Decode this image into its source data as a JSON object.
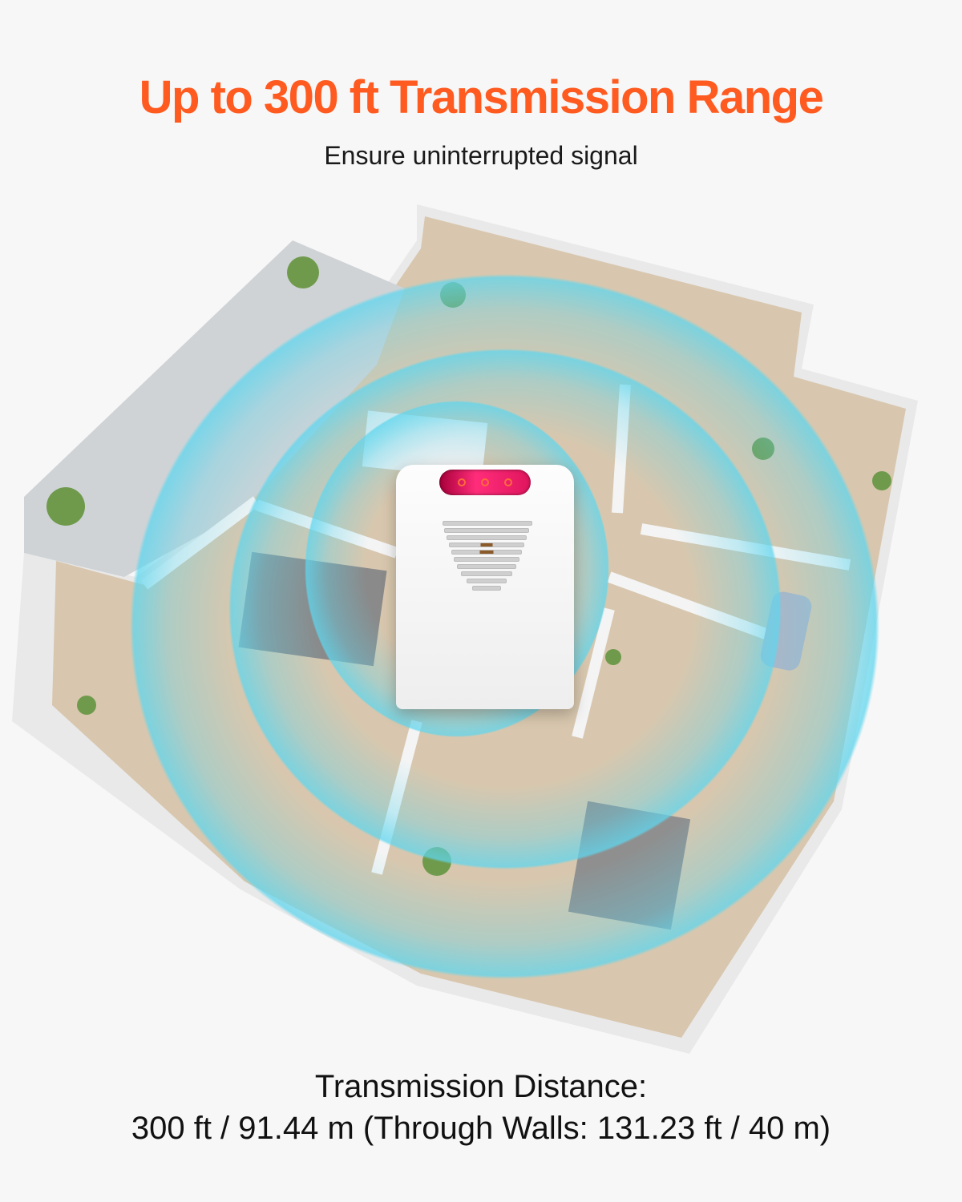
{
  "header": {
    "title": "Up to 300 ft Transmission Range",
    "subtitle": "Ensure uninterrupted signal"
  },
  "footer": {
    "line1": "Transmission Distance:",
    "line2": "300 ft / 91.44 m (Through Walls: 131.23 ft / 40 m)"
  },
  "colors": {
    "title": "#ff5a1f",
    "signal_ring": "#5fd6ee",
    "background": "#f7f7f7"
  },
  "illustration": {
    "scene": "isometric-apartment-floorplan",
    "device": "wireless-receiver-with-red-led-bar",
    "signal_rings": 3,
    "led_count": 3
  }
}
